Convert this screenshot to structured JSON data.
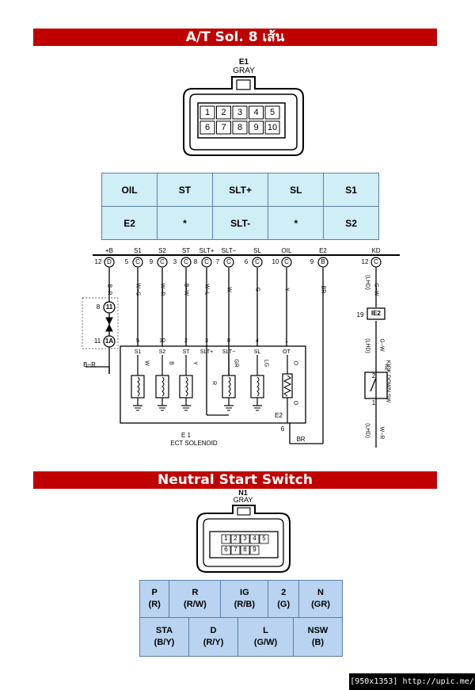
{
  "banner1": "A/T  Sol. 8 เส้น",
  "banner2": "Neutral  Start  Switch",
  "conn1": {
    "name": "E1",
    "color": "GRAY",
    "row1": [
      "1",
      "2",
      "3",
      "4",
      "5"
    ],
    "row2": [
      "6",
      "7",
      "8",
      "9",
      "10"
    ]
  },
  "table1": [
    [
      "OIL",
      "ST",
      "SLT+",
      "SL",
      "S1"
    ],
    [
      "E2",
      "*",
      "SLT-",
      "*",
      "S2"
    ]
  ],
  "diagram": {
    "top_terms": [
      {
        "name": "+B",
        "letter": "D",
        "pin": "12"
      },
      {
        "name": "S1",
        "letter": "C",
        "pin": "5"
      },
      {
        "name": "S2",
        "letter": "C",
        "pin": "9"
      },
      {
        "name": "ST",
        "letter": "C",
        "pin": "3"
      },
      {
        "name": "SLT+",
        "letter": "C",
        "pin": "8"
      },
      {
        "name": "SLT−",
        "letter": "C",
        "pin": "7"
      },
      {
        "name": "SL",
        "letter": "C",
        "pin": "6"
      },
      {
        "name": "OIL",
        "letter": "C",
        "pin": "10"
      },
      {
        "name": "E2",
        "letter": "B",
        "pin": "9"
      },
      {
        "name": "KD",
        "letter": "C",
        "pin": "12"
      }
    ],
    "wire_colors": [
      "B−R",
      "W−G",
      "W−R",
      "B−W",
      "W−L",
      "W",
      "G",
      "Y",
      "BR",
      "G−W"
    ],
    "pin_nums": [
      "5",
      "10",
      "2",
      "3",
      "8",
      "4",
      "1"
    ],
    "sol_labels": [
      "S1",
      "S2",
      "ST",
      "SLT+",
      "SLT−",
      "SL",
      "OT"
    ],
    "inner_colors": [
      "W",
      "B",
      "Y",
      "GR",
      "R",
      "LG",
      "O",
      "O"
    ],
    "ecu_name": "E 1",
    "ecu_sub": "ECT SOLENOID",
    "e2_label": "E2",
    "pin6": "6",
    "br_bottom": "BR",
    "j1": "11",
    "j1_pin": "8",
    "j2": "1A",
    "j2_pin": "11",
    "left_wire": "B−R",
    "ie2": "IE2",
    "ie2_pin": "19",
    "lhd1": "(LHD)",
    "lhd2": "(LHD)",
    "lhd3": "(LHD)",
    "gw2": "G−W",
    "k2": "K2",
    "k2_name": "KICK DOWN SW",
    "k2_pin2": "2",
    "k2_pin1": "1",
    "wr": "W−R"
  },
  "conn2": {
    "name": "N1",
    "color": "GRAY",
    "row1": [
      "1",
      "2",
      "3",
      "4",
      "5"
    ],
    "row2": [
      "6",
      "7",
      "8",
      "9"
    ]
  },
  "table2": {
    "row1": [
      [
        "P",
        "(R)"
      ],
      [
        "R",
        "(R/W)"
      ],
      [
        "IG",
        "(R/B)"
      ],
      [
        "2",
        "(G)"
      ],
      [
        "N",
        "(GR)"
      ]
    ],
    "row2": [
      [
        "STA",
        "(B/Y)"
      ],
      [
        "D",
        "(R/Y)"
      ],
      [
        "L",
        "(G/W)"
      ],
      [
        "NSW",
        "(B)"
      ]
    ]
  },
  "footer": "[950x1353] http://upic.me/"
}
